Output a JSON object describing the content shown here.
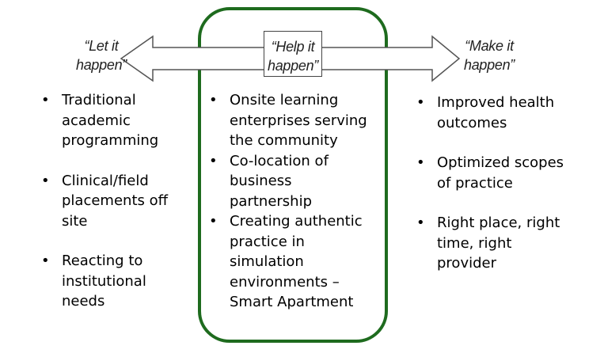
{
  "arrows": {
    "left_label": "“Let it happen”",
    "middle_label": "“Help it happen”",
    "right_label": "“Make it happen”"
  },
  "columns": {
    "left": {
      "items": [
        {
          "text": "Traditional academic programming"
        },
        {
          "text": "Clinical/field placements off site"
        },
        {
          "text": "Reacting to institutional needs"
        }
      ]
    },
    "middle": {
      "items": [
        {
          "text": "Onsite learning enterprises serving the community"
        },
        {
          "text": "Co-location of business partnership"
        },
        {
          "text": "Creating authentic practice in simulation environments – Smart Apartment"
        }
      ]
    },
    "right": {
      "items": [
        {
          "text": "Improved health outcomes"
        },
        {
          "text": "Optimized scopes of practice"
        },
        {
          "text": "Right place, right time, right provider"
        }
      ]
    }
  },
  "colors": {
    "highlight_border": "#1e6b1e",
    "arrow_stroke": "#555555",
    "arrow_fill": "#ffffff"
  }
}
